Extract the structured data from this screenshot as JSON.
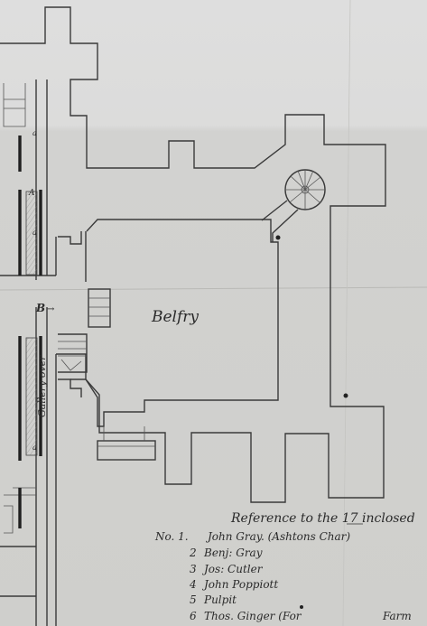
{
  "plan": {
    "room_label": "Belfry",
    "markers": {
      "door_a": "A",
      "door_b": "B",
      "b_arrow": "→",
      "small_a": "a"
    },
    "gallery_label": "Gallery over"
  },
  "reference": {
    "heading": "Reference to the 17 inclosed",
    "entries": [
      {
        "no": "No. 1.",
        "text": "John Gray. (Ashtons Char)"
      },
      {
        "no": "2",
        "text": "Benj: Gray"
      },
      {
        "no": "3",
        "text": "Jos: Cutler"
      },
      {
        "no": "4",
        "text": "John Poppiott"
      },
      {
        "no": "5",
        "text": "Pulpit"
      },
      {
        "no": "6",
        "text": "Thos. Ginger (For"
      }
    ],
    "trailing_word": "Farm"
  },
  "colors": {
    "paper_top": "#dedede",
    "paper_bottom": "#d0d0cd",
    "ink": "#3a3a3a"
  }
}
